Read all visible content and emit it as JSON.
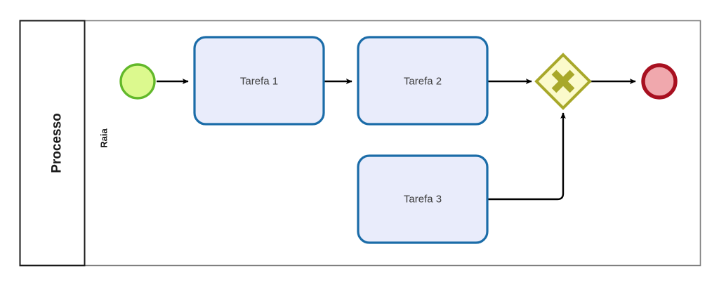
{
  "diagram": {
    "type": "bpmn-process-diagram",
    "pool": {
      "label": "Processo",
      "lanes": [
        {
          "label": "Raia"
        }
      ]
    },
    "elements": {
      "start_event": {
        "name": "start-event",
        "label": ""
      },
      "task_1": {
        "label": "Tarefa 1"
      },
      "task_2": {
        "label": "Tarefa 2"
      },
      "task_3": {
        "label": "Tarefa 3"
      },
      "gateway": {
        "name": "exclusive-gateway",
        "symbol": "X",
        "label": ""
      },
      "end_event": {
        "name": "end-event",
        "label": ""
      }
    },
    "colors": {
      "pool_border": "#1a1a1a",
      "lane_border": "#808080",
      "task_fill": "#e9ecfb",
      "task_border": "#1b6ca8",
      "task_text": "#3d3d3d",
      "start_fill": "#dcf98e",
      "start_border": "#62b82a",
      "end_fill": "#f0a8ad",
      "end_border": "#a81020",
      "gateway_fill": "#fbfacb",
      "gateway_border": "#a8a82a",
      "gateway_symbol": "#a8a82a",
      "connector": "#000000",
      "background": "#ffffff"
    }
  }
}
